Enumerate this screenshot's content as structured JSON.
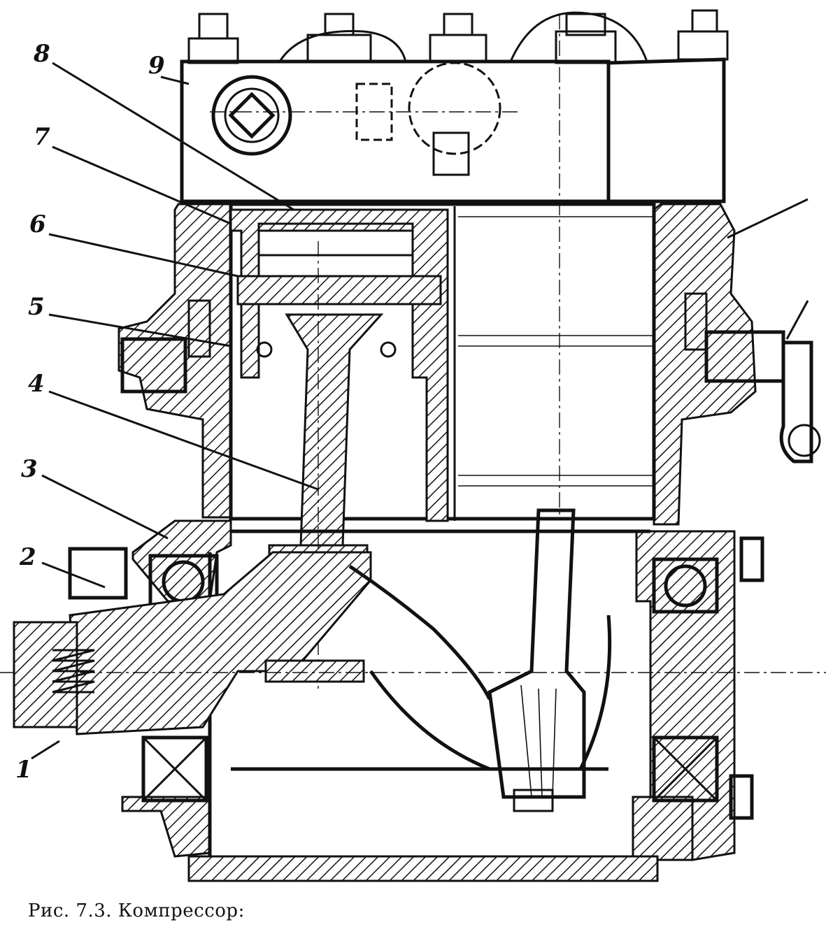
{
  "diagram": {
    "labels": [
      {
        "id": "1",
        "text": "1"
      },
      {
        "id": "2",
        "text": "2"
      },
      {
        "id": "3",
        "text": "3"
      },
      {
        "id": "4",
        "text": "4"
      },
      {
        "id": "5",
        "text": "5"
      },
      {
        "id": "6",
        "text": "6"
      },
      {
        "id": "7",
        "text": "7"
      },
      {
        "id": "8",
        "text": "8"
      },
      {
        "id": "9",
        "text": "9"
      }
    ]
  },
  "caption": "Рис. 7.3. Компрессор:"
}
